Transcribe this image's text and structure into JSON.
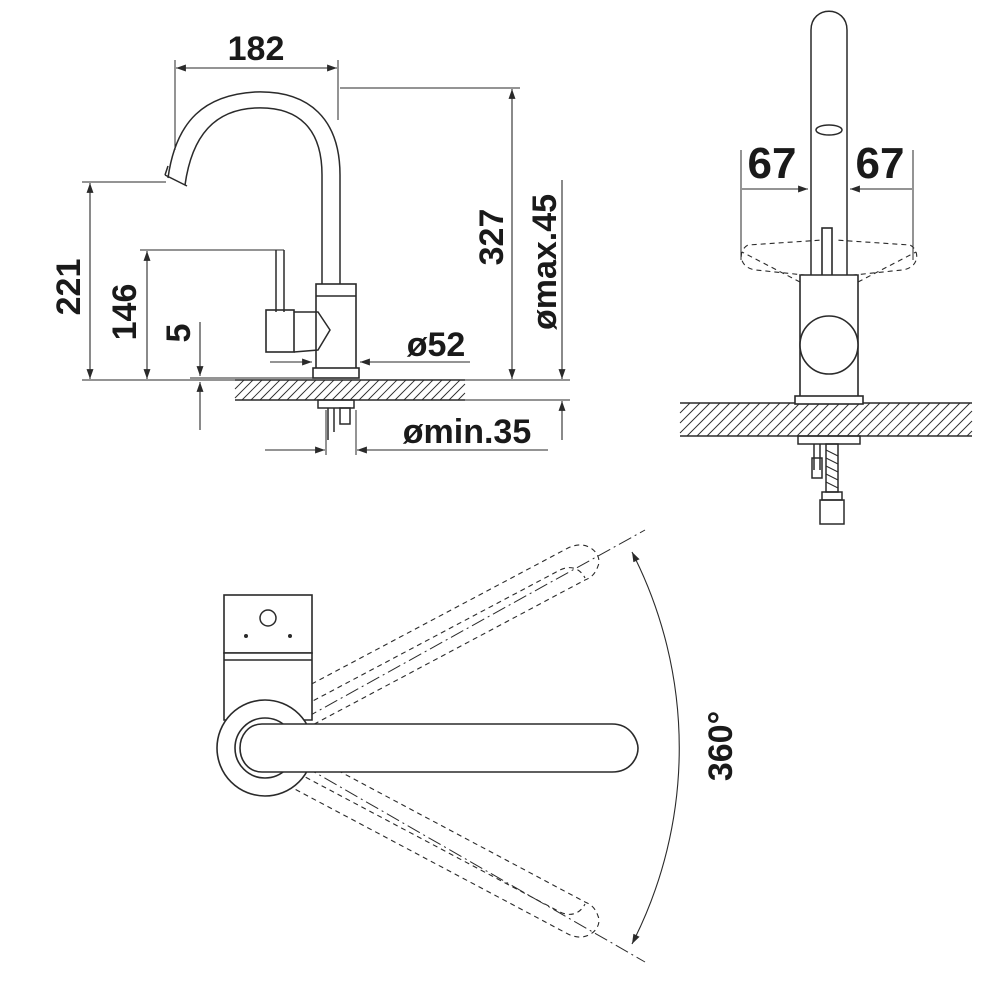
{
  "dimensions": {
    "spout_reach": "182",
    "spout_tip_height": "221",
    "lever_height": "146",
    "base_height": "5",
    "total_height": "327",
    "base_diameter": "ø52",
    "max_hole_diameter": "ømax.45",
    "min_hole_diameter": "ømin.35",
    "lever_swing_left": "67",
    "lever_swing_right": "67",
    "swivel_angle": "360°"
  }
}
